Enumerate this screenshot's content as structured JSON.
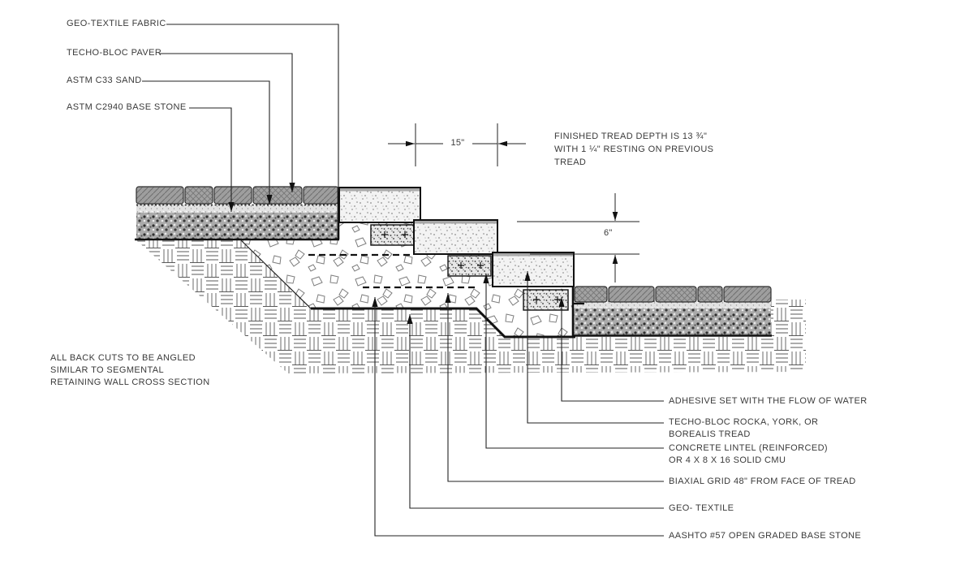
{
  "diagram": {
    "left_callouts": [
      {
        "label": "GEO-TEXTILE FABRIC"
      },
      {
        "label": "TECHO-BLOC PAVER"
      },
      {
        "label": "ASTM C33 SAND"
      },
      {
        "label": "ASTM C2940 BASE STONE"
      }
    ],
    "right_callouts": [
      {
        "label": "ADHESIVE SET WITH THE FLOW OF WATER"
      },
      {
        "label": "TECHO-BLOC ROCKA, YORK, OR\nBOREALIS TREAD"
      },
      {
        "label": "CONCRETE LINTEL (REINFORCED)\nOR 4 X 8 X 16 SOLID CMU"
      },
      {
        "label": "BIAXIAL GRID 48\" FROM FACE OF TREAD"
      },
      {
        "label": "GEO- TEXTILE"
      },
      {
        "label": "AASHTO #57 OPEN GRADED BASE STONE"
      }
    ],
    "note": "ALL BACK CUTS TO BE ANGLED\nSIMILAR TO SEGMENTAL\nRETAINING WALL CROSS SECTION",
    "dimensions": {
      "tread_run": "15\"",
      "riser_height": "6\"",
      "tread_note": "FINISHED TREAD DEPTH IS 13 ¾\"\nWITH 1 ¼\" RESTING ON PREVIOUS\nTREAD"
    }
  }
}
